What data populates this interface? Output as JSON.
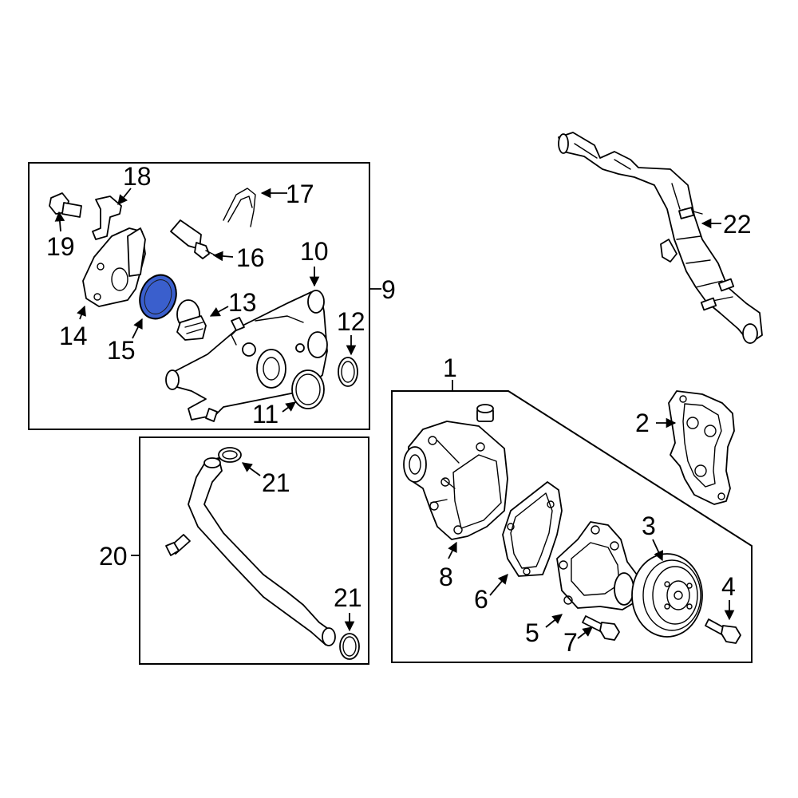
{
  "highlight_color": "#3a5fcd",
  "callouts": {
    "c1": "1",
    "c2": "2",
    "c3": "3",
    "c4": "4",
    "c5": "5",
    "c6": "6",
    "c7": "7",
    "c8": "8",
    "c9": "9",
    "c10": "10",
    "c11": "11",
    "c12": "12",
    "c13": "13",
    "c14": "14",
    "c15": "15",
    "c16": "16",
    "c17": "17",
    "c18": "18",
    "c19": "19",
    "c20": "20",
    "c21a": "21",
    "c21b": "21",
    "c22": "22"
  },
  "highlighted_part": "15"
}
